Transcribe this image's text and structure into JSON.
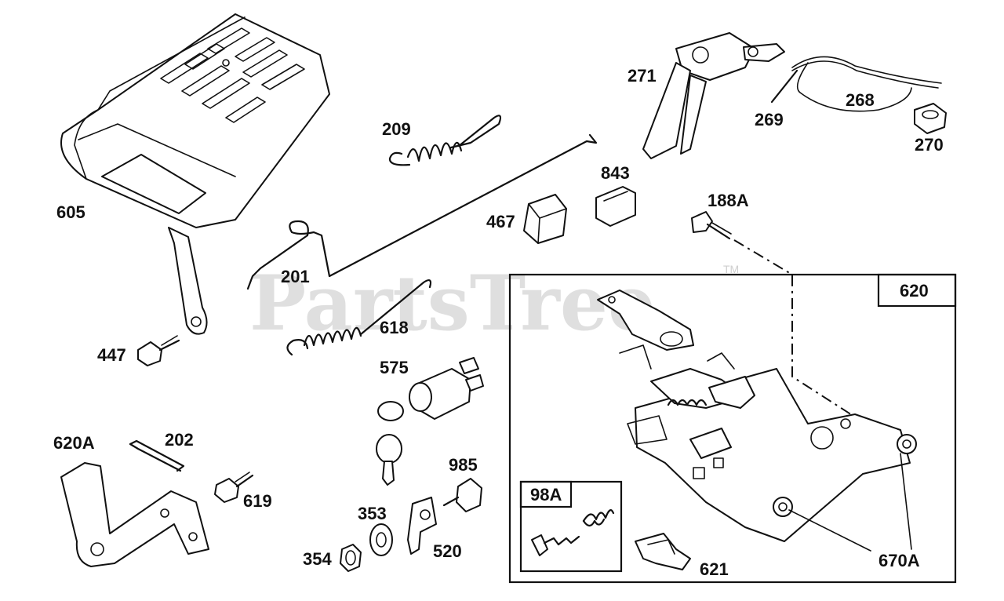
{
  "watermark": {
    "text": "PartsTree",
    "trademark": "TM"
  },
  "labels": {
    "605": "605",
    "209": "209",
    "271": "271",
    "268": "268",
    "269": "269",
    "270": "270",
    "843": "843",
    "467": "467",
    "188A": "188A",
    "201": "201",
    "618": "618",
    "620": "620",
    "447": "447",
    "575": "575",
    "620A": "620A",
    "202": "202",
    "619": "619",
    "985": "985",
    "353": "353",
    "354": "354",
    "520": "520",
    "98A": "98A",
    "621": "621",
    "670A": "670A"
  }
}
